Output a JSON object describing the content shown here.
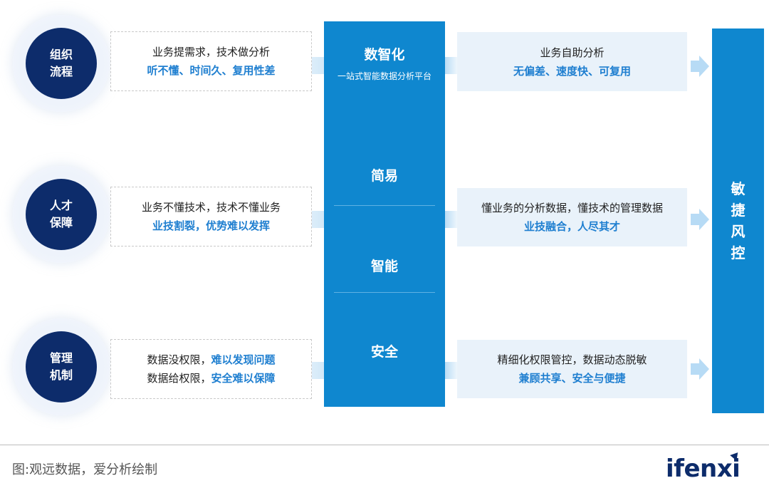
{
  "rows": [
    {
      "circle": [
        "组织",
        "流程"
      ],
      "problem_lines": [
        [
          {
            "text": "业务提需求，技术做分析",
            "style": "dark"
          }
        ],
        [
          {
            "text": "听不懂、时间久、复用性差",
            "style": "blue"
          }
        ]
      ],
      "benefit_lines": [
        [
          {
            "text": "业务自助分析",
            "style": "dark"
          }
        ],
        [
          {
            "text": "无偏差、速度快、可复用",
            "style": "blue"
          }
        ]
      ]
    },
    {
      "circle": [
        "人才",
        "保障"
      ],
      "problem_lines": [
        [
          {
            "text": "业务不懂技术，技术不懂业务",
            "style": "dark"
          }
        ],
        [
          {
            "text": "业技割裂，优势难以发挥",
            "style": "blue"
          }
        ]
      ],
      "benefit_lines": [
        [
          {
            "text": "懂业务的分析数据，懂技术的管理数据",
            "style": "dark"
          }
        ],
        [
          {
            "text": "业技融合，人尽其才",
            "style": "blue"
          }
        ]
      ]
    },
    {
      "circle": [
        "管理",
        "机制"
      ],
      "problem_lines": [
        [
          {
            "text": "数据没权限，",
            "style": "dark"
          },
          {
            "text": "难以发现问题",
            "style": "blue"
          }
        ],
        [
          {
            "text": "数据给权限，",
            "style": "dark"
          },
          {
            "text": "安全难以保障",
            "style": "blue"
          }
        ]
      ],
      "benefit_lines": [
        [
          {
            "text": "精细化权限管控，数据动态脱敏",
            "style": "dark"
          }
        ],
        [
          {
            "text": "兼顾共享、安全与便捷",
            "style": "blue"
          }
        ]
      ]
    }
  ],
  "center": {
    "title": "数智化",
    "subtitle": "一站式智能数据分析平台",
    "items": [
      "简易",
      "智能",
      "安全"
    ]
  },
  "right_column": [
    "敏",
    "捷",
    "风",
    "控"
  ],
  "footer": {
    "caption": "图:观远数据，爱分析绘制",
    "logo": "ifenxi"
  },
  "colors": {
    "navy": "#0d2c6b",
    "blue": "#0f87cf",
    "text_blue": "#1f7fd0",
    "light": "#e9f2fa"
  }
}
